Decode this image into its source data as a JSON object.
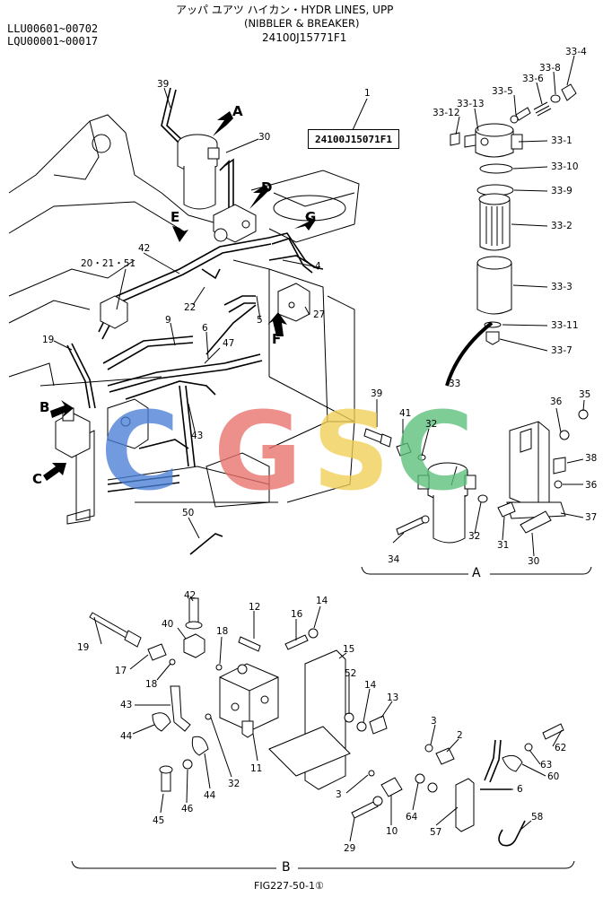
{
  "header": {
    "serial_line_1": "LLU00601~00702",
    "serial_line_2": "LQU00001~00017",
    "title_line_1": "アッパ ユアツ ハイカン・HYDR LINES, UPP",
    "title_line_2": "(NIBBLER & BREAKER)",
    "title_line_3": "24100J15771F1"
  },
  "part_number_box": "24100J15071F1",
  "views": {
    "a": "A",
    "b": "B"
  },
  "arrows": {
    "a": "A",
    "b": "B",
    "c": "C",
    "d": "D",
    "e": "E",
    "f": "F",
    "g": "G"
  },
  "watermark": "CGSC",
  "watermark_colors": [
    "#4a7fd6",
    "#e8706a",
    "#f2cf55",
    "#5bbf7a"
  ],
  "labels": {
    "l1": "1",
    "l39": "39",
    "l30": "30",
    "l20": "20・21・51",
    "l42": "42",
    "l22": "22",
    "l4": "4",
    "l27": "27",
    "l5": "5",
    "l9": "9",
    "l6": "6",
    "l47": "47",
    "l19": "19",
    "l43": "43",
    "l50": "50",
    "s33_4": "33-4",
    "s33_8": "33-8",
    "s33_6": "33-6",
    "s33_5": "33-5",
    "s33_13": "33-13",
    "s33_12": "33-12",
    "s33_1": "33-1",
    "s33_10": "33-10",
    "s33_9": "33-9",
    "s33_2": "33-2",
    "s33_3": "33-3",
    "s33_11": "33-11",
    "s33_7": "33-7",
    "s33": "33",
    "a39": "39",
    "a41": "41",
    "a32": "32",
    "a36": "36",
    "a35": "35",
    "a38": "38",
    "a36b": "36",
    "a37": "37",
    "a34": "34",
    "a32b": "32",
    "a31": "31",
    "a30": "30",
    "b42": "42",
    "b12": "12",
    "b16": "16",
    "b14": "14",
    "b40": "40",
    "b18": "18",
    "b15": "15",
    "b19": "19",
    "b17": "17",
    "b18b": "18",
    "b52": "52",
    "b14b": "14",
    "b13": "13",
    "b43": "43",
    "b44": "44",
    "b3": "3",
    "b2": "2",
    "b62": "62",
    "b63": "63",
    "b60": "60",
    "b11": "11",
    "b32": "32",
    "b44b": "44",
    "b45": "45",
    "b46": "46",
    "b3b": "3",
    "b6": "6",
    "b64": "64",
    "b10": "10",
    "b57": "57",
    "b58": "58",
    "b29": "29"
  },
  "footer": "FIG227-50-1①"
}
